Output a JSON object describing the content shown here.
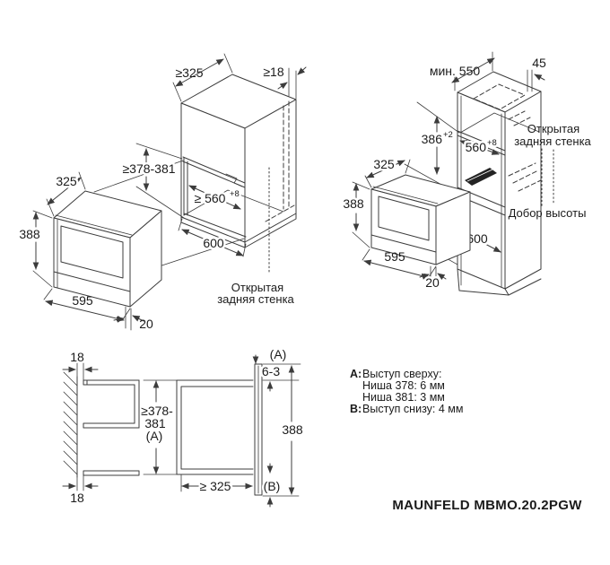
{
  "model_label": "MAUNFELD MBMO.20.2PGW",
  "top_left": {
    "cabinet": {
      "depth": "≥325",
      "side_panel": "≥18",
      "niche_height": "≥378-381",
      "niche_width": "≥ 560",
      "niche_width_sup": "+8",
      "width": "600",
      "back_note_line1": "Открытая",
      "back_note_line2": "задняя стенка"
    },
    "microwave": {
      "depth": "325",
      "height": "388",
      "width": "595",
      "door": "20"
    }
  },
  "top_right": {
    "column": {
      "depth": "мин. 550",
      "top_panel": "45",
      "niche_height": "386",
      "niche_height_sup": "+2",
      "niche_width": "560",
      "niche_width_sup": "+8",
      "lower_height": "600",
      "back_note_line1": "Открытая",
      "back_note_line2": "задняя стенка",
      "spacer_note": "Добор высоты"
    },
    "microwave": {
      "depth": "325",
      "height": "388",
      "width": "595",
      "door": "20"
    }
  },
  "bottom_left": {
    "wall_gap_top": "18",
    "wall_gap_bottom": "18",
    "niche_height_line1": "≥378-",
    "niche_height_line2": "381",
    "niche_height_line3": "(A)",
    "label_a": "(A)",
    "top_gap": "6-3",
    "front_height": "388",
    "niche_depth": "≥ 325",
    "label_b": "(B)"
  },
  "notes": {
    "a_prefix": "A:",
    "a_title": "Выступ сверху:",
    "a_line1": "Ниша 378: 6 мм",
    "a_line2": "Ниша 381: 3 мм",
    "b_prefix": "B:",
    "b_title": "Выступ снизу:  4 мм"
  }
}
